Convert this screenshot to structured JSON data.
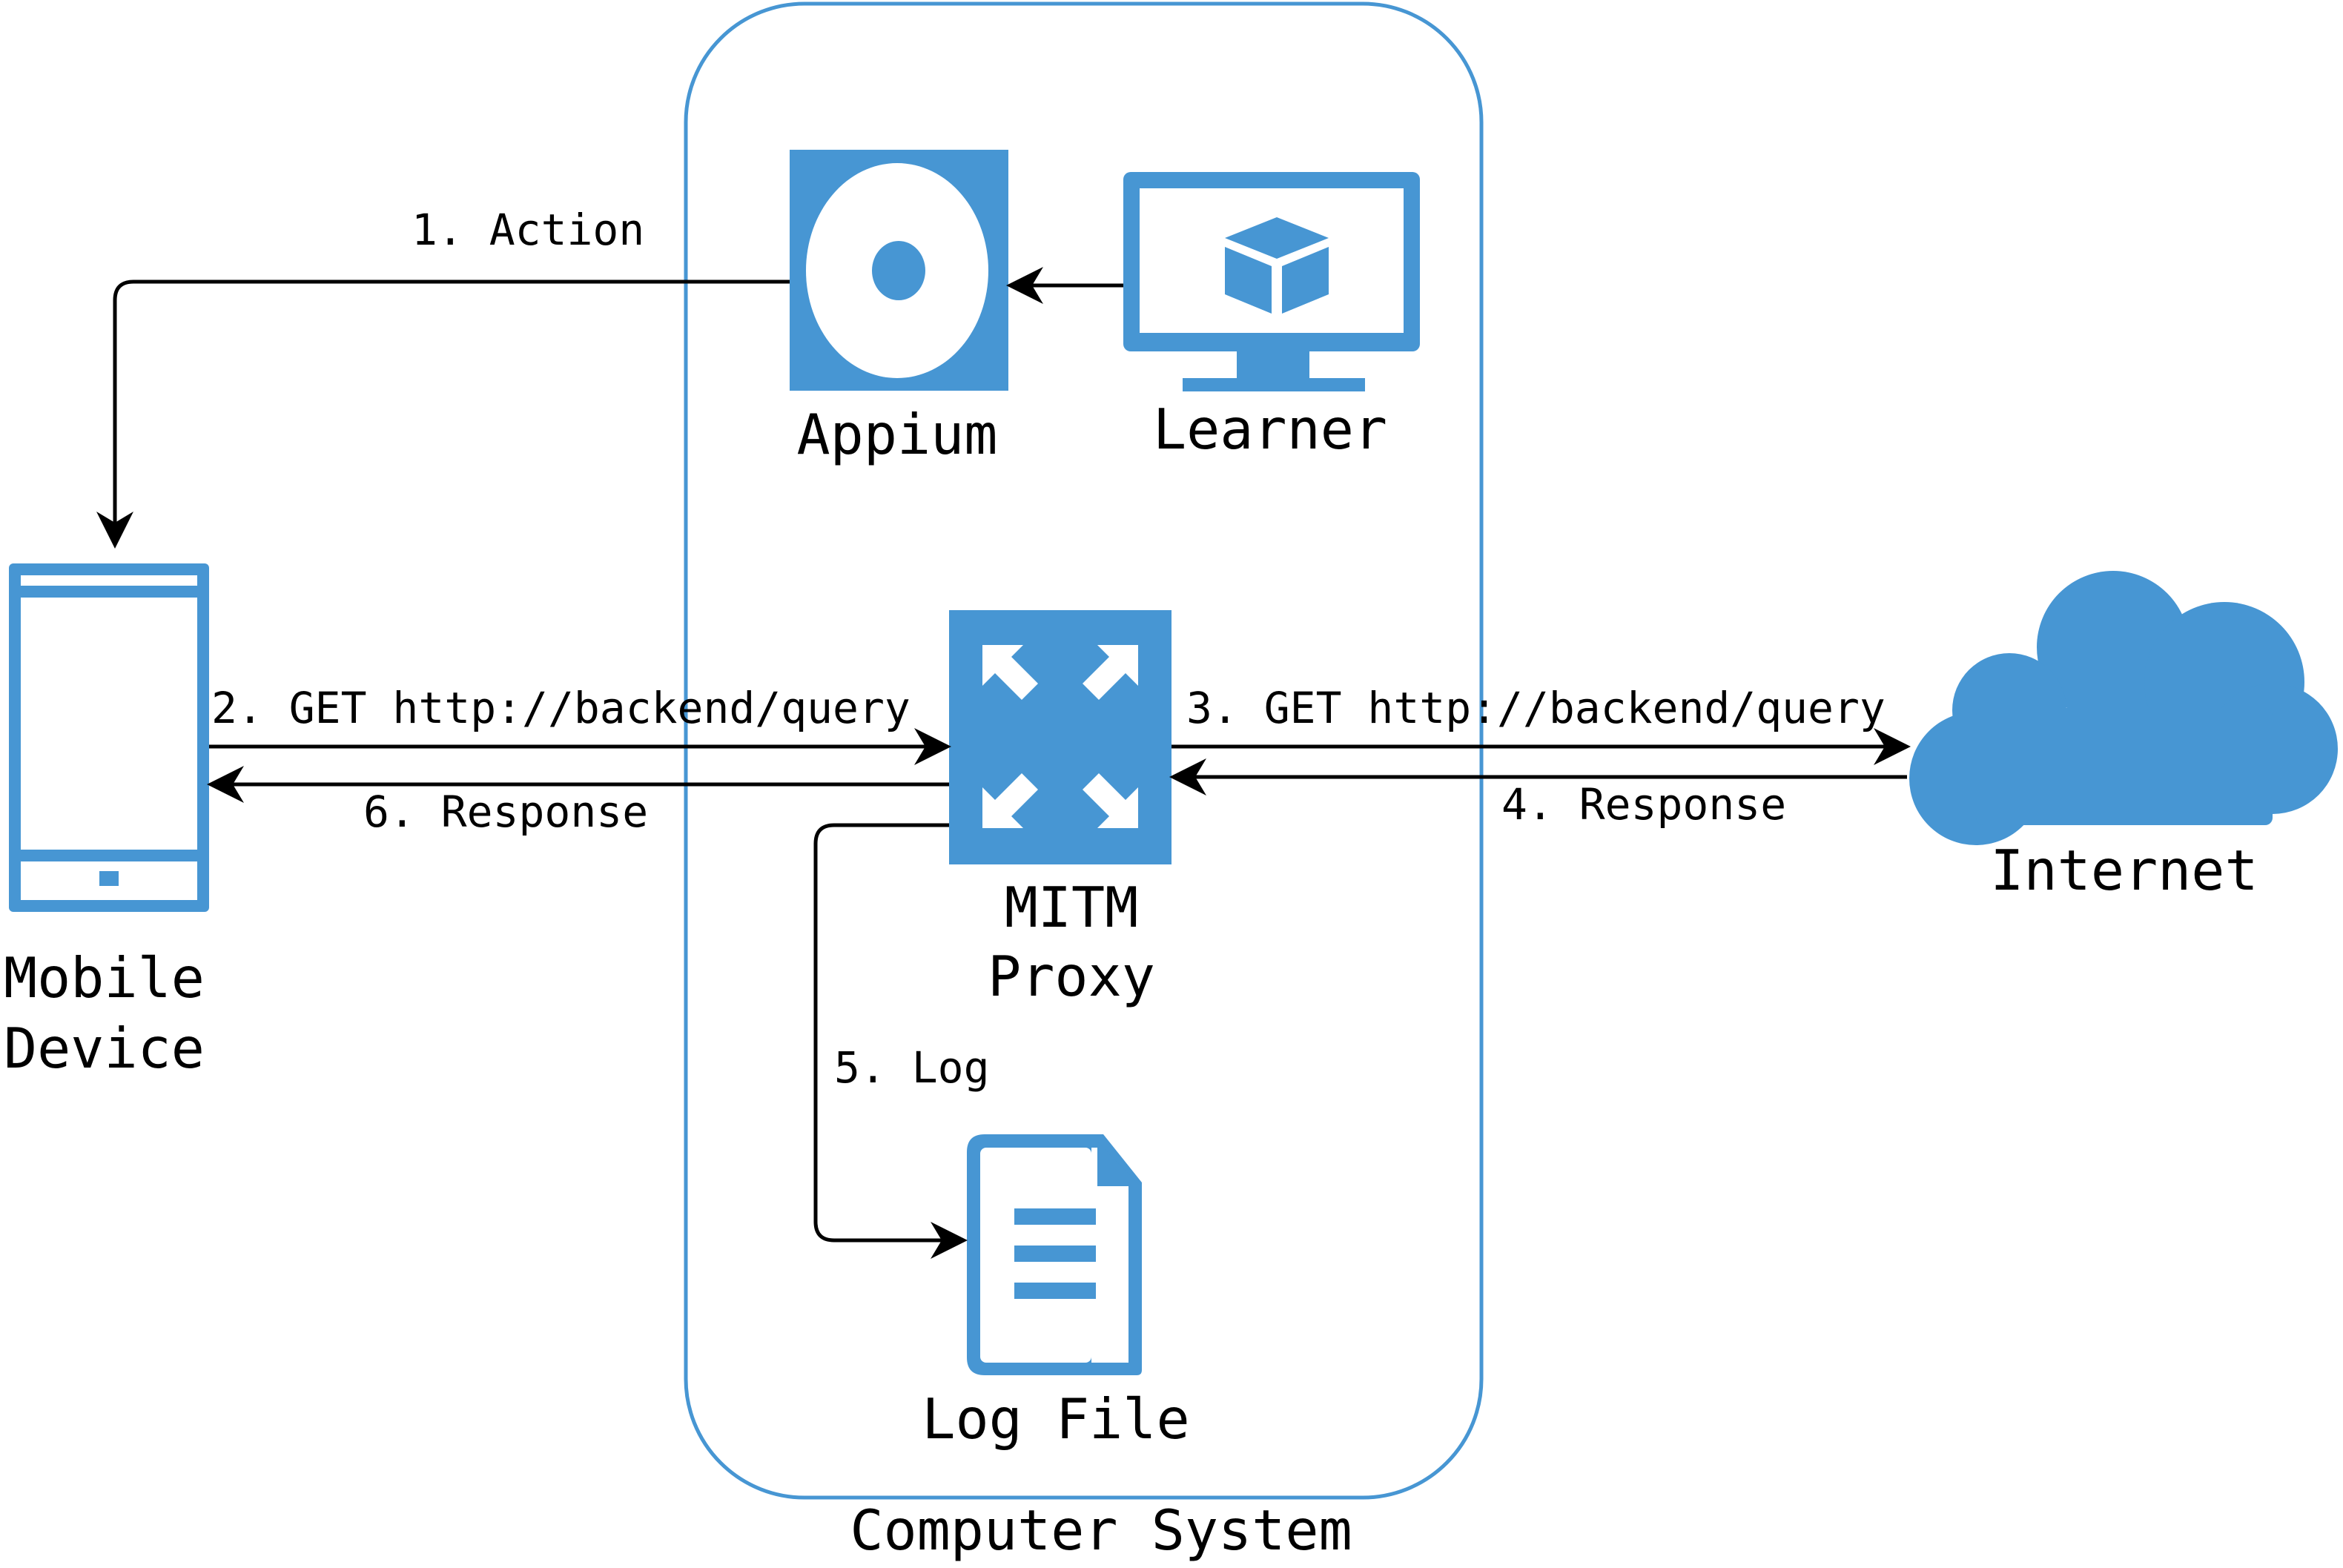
{
  "container": {
    "label": "Computer System",
    "border_color": "#4796d3"
  },
  "nodes": {
    "appium": {
      "label": "Appium",
      "icon": "appium-disc-icon"
    },
    "learner": {
      "label": "Learner",
      "icon": "monitor-cube-icon"
    },
    "mobile_device": {
      "label_lines": [
        "Mobile",
        "Device"
      ],
      "icon": "smartphone-icon"
    },
    "mitm_proxy": {
      "label_lines": [
        "MITM",
        "Proxy"
      ],
      "icon": "switch-arrows-icon"
    },
    "internet": {
      "label": "Internet",
      "icon": "cloud-icon"
    },
    "log_file": {
      "label": "Log File",
      "icon": "document-icon"
    }
  },
  "edges": {
    "action": "1. Action",
    "get_device_to_proxy": "2. GET http://backend/query",
    "get_proxy_to_internet": "3. GET http://backend/query",
    "response_internet_to_proxy": "4. Response",
    "log": "5. Log",
    "response_proxy_to_device": "6. Response"
  },
  "colors": {
    "icon_blue": "#4796d3",
    "line": "#000000",
    "background": "#ffffff"
  }
}
